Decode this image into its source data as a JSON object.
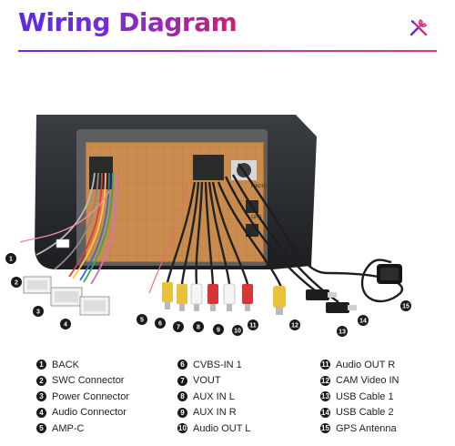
{
  "title": "Wiring Diagram",
  "icons": {
    "tools": "tools-icon"
  },
  "colors": {
    "title_start": "#5b2be0",
    "title_end": "#c4266e",
    "accent": "#e03a5a"
  },
  "diagram": {
    "labels": [
      "RADIO",
      "GPS"
    ],
    "callouts": [
      "1",
      "2",
      "3",
      "4",
      "5",
      "6",
      "7",
      "8",
      "9",
      "10",
      "11",
      "12",
      "13",
      "14",
      "15"
    ]
  },
  "legend": {
    "col1": [
      {
        "n": "1",
        "label": "BACK"
      },
      {
        "n": "2",
        "label": "SWC Connector"
      },
      {
        "n": "3",
        "label": "Power Connector"
      },
      {
        "n": "4",
        "label": "Audio Connector"
      },
      {
        "n": "5",
        "label": "AMP-C"
      }
    ],
    "col2": [
      {
        "n": "6",
        "label": "CVBS-IN 1"
      },
      {
        "n": "7",
        "label": "VOUT"
      },
      {
        "n": "8",
        "label": "AUX IN L"
      },
      {
        "n": "9",
        "label": "AUX IN R"
      },
      {
        "n": "10",
        "label": "Audio OUT L"
      }
    ],
    "col3": [
      {
        "n": "11",
        "label": "Audio OUT R"
      },
      {
        "n": "12",
        "label": "CAM Video IN"
      },
      {
        "n": "13",
        "label": "USB Cable 1"
      },
      {
        "n": "14",
        "label": "USB Cable 2"
      },
      {
        "n": "15",
        "label": "GPS Antenna"
      }
    ]
  }
}
